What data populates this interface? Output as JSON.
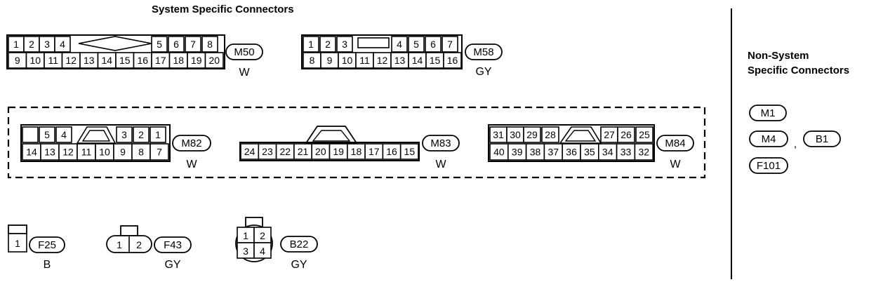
{
  "title": "System Specific Connectors",
  "sidebar_title_line1": "Non-System",
  "sidebar_title_line2": "Specific Connectors",
  "connectors": {
    "m50": {
      "id": "M50",
      "color": "W",
      "top": [
        "1",
        "2",
        "3",
        "4",
        "5",
        "6",
        "7",
        "8"
      ],
      "bottom": [
        "9",
        "10",
        "11",
        "12",
        "13",
        "14",
        "15",
        "16",
        "17",
        "18",
        "19",
        "20"
      ]
    },
    "m58": {
      "id": "M58",
      "color": "GY",
      "top": [
        "1",
        "2",
        "3",
        "4",
        "5",
        "6",
        "7"
      ],
      "bottom": [
        "8",
        "9",
        "10",
        "11",
        "12",
        "13",
        "14",
        "15",
        "16"
      ]
    },
    "m82": {
      "id": "M82",
      "color": "W",
      "top": [
        "5",
        "4",
        "3",
        "2",
        "1"
      ],
      "bottom": [
        "14",
        "13",
        "12",
        "11",
        "10",
        "9",
        "8",
        "7"
      ]
    },
    "m83": {
      "id": "M83",
      "color": "W",
      "bottom": [
        "24",
        "23",
        "22",
        "21",
        "20",
        "19",
        "18",
        "17",
        "16",
        "15"
      ]
    },
    "m84": {
      "id": "M84",
      "color": "W",
      "top": [
        "31",
        "30",
        "29",
        "28",
        "27",
        "26",
        "25"
      ],
      "bottom": [
        "40",
        "39",
        "38",
        "37",
        "36",
        "35",
        "34",
        "33",
        "32"
      ]
    },
    "f25": {
      "id": "F25",
      "color": "B",
      "pins": [
        "1"
      ]
    },
    "f43": {
      "id": "F43",
      "color": "GY",
      "pins": [
        "1",
        "2"
      ]
    },
    "b22": {
      "id": "B22",
      "color": "GY",
      "pins": [
        "1",
        "2",
        "3",
        "4"
      ]
    }
  },
  "non_system": {
    "m1": "M1",
    "m4": "M4",
    "separator": ",",
    "b1": "B1",
    "f101": "F101"
  }
}
